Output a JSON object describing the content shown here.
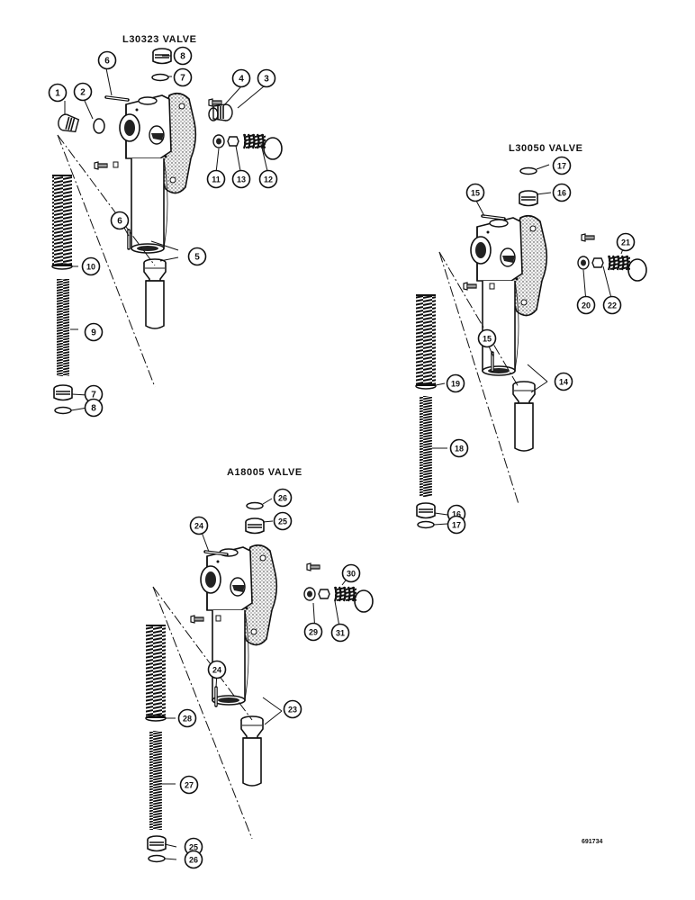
{
  "titles": {
    "valve_1": "L30323 VALVE",
    "valve_2": "L30050 VALVE",
    "valve_3": "A18005 VALVE"
  },
  "figure_number": "691734",
  "callouts": {
    "v1": [
      {
        "id": "c1",
        "label": "1"
      },
      {
        "id": "c2",
        "label": "2"
      },
      {
        "id": "c3",
        "label": "3"
      },
      {
        "id": "c4",
        "label": "4"
      },
      {
        "id": "c5",
        "label": "5"
      },
      {
        "id": "c6a",
        "label": "6"
      },
      {
        "id": "c6b",
        "label": "6"
      },
      {
        "id": "c7a",
        "label": "7"
      },
      {
        "id": "c7b",
        "label": "7"
      },
      {
        "id": "c8a",
        "label": "8"
      },
      {
        "id": "c8b",
        "label": "8"
      },
      {
        "id": "c9",
        "label": "9"
      },
      {
        "id": "c10",
        "label": "10"
      },
      {
        "id": "c11",
        "label": "11"
      },
      {
        "id": "c12",
        "label": "12"
      },
      {
        "id": "c13",
        "label": "13"
      }
    ],
    "v2": [
      {
        "id": "c14",
        "label": "14"
      },
      {
        "id": "c15a",
        "label": "15"
      },
      {
        "id": "c15b",
        "label": "15"
      },
      {
        "id": "c16a",
        "label": "16"
      },
      {
        "id": "c16b",
        "label": "16"
      },
      {
        "id": "c17a",
        "label": "17"
      },
      {
        "id": "c17b",
        "label": "17"
      },
      {
        "id": "c18",
        "label": "18"
      },
      {
        "id": "c19",
        "label": "19"
      },
      {
        "id": "c20",
        "label": "20"
      },
      {
        "id": "c21",
        "label": "21"
      },
      {
        "id": "c22",
        "label": "22"
      }
    ],
    "v3": [
      {
        "id": "c23",
        "label": "23"
      },
      {
        "id": "c24a",
        "label": "24"
      },
      {
        "id": "c24b",
        "label": "24"
      },
      {
        "id": "c25a",
        "label": "25"
      },
      {
        "id": "c25b",
        "label": "25"
      },
      {
        "id": "c26a",
        "label": "26"
      },
      {
        "id": "c26b",
        "label": "26"
      },
      {
        "id": "c27",
        "label": "27"
      },
      {
        "id": "c28",
        "label": "28"
      },
      {
        "id": "c29",
        "label": "29"
      },
      {
        "id": "c30",
        "label": "30"
      },
      {
        "id": "c31",
        "label": "31"
      }
    ]
  }
}
